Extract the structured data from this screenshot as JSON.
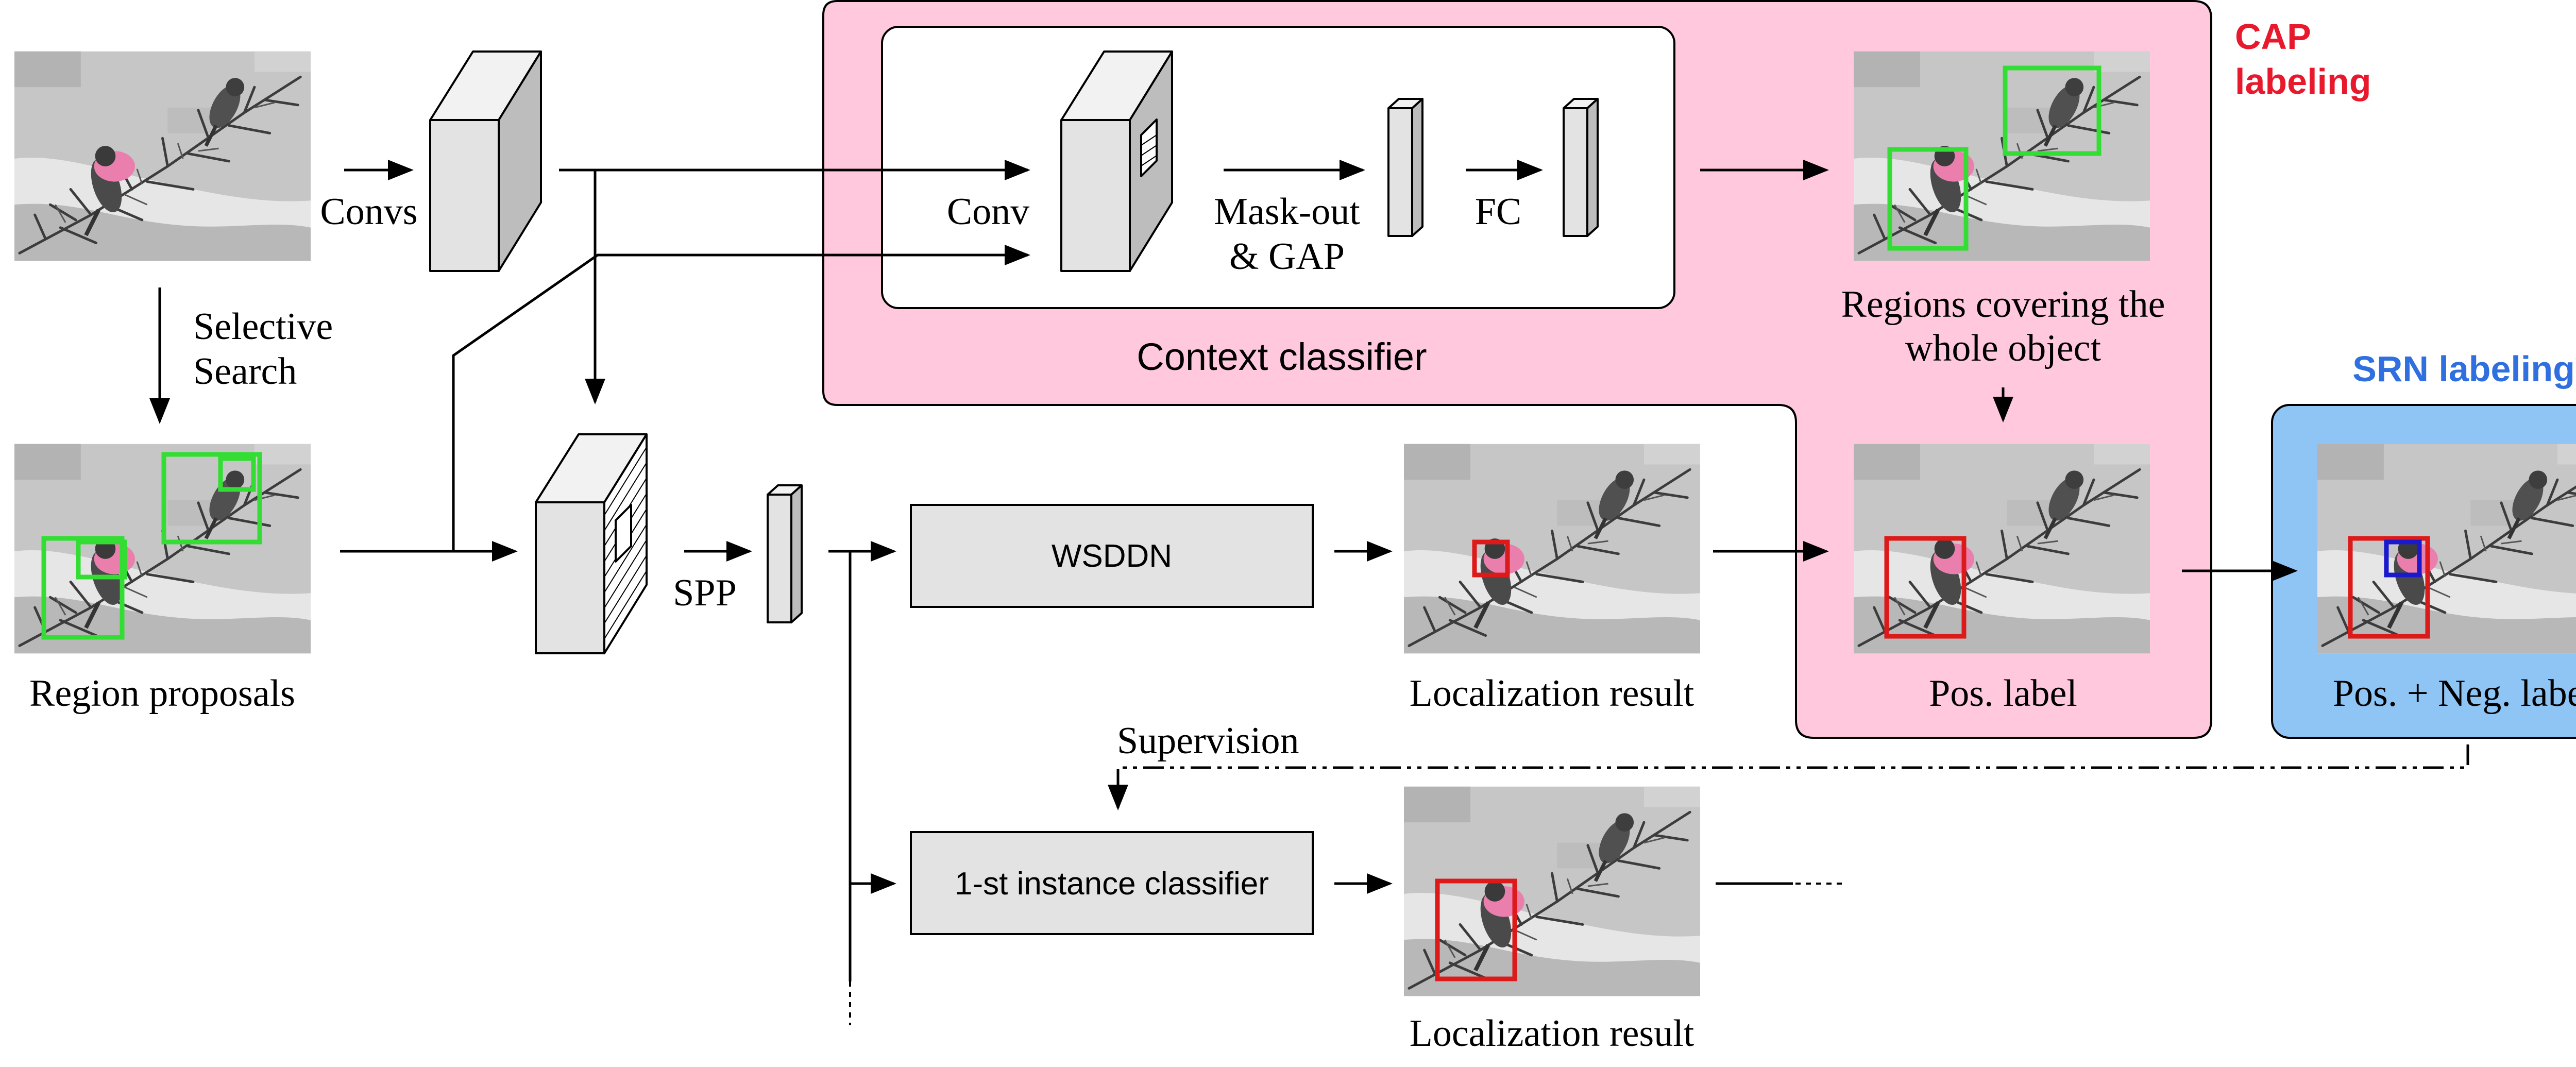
{
  "labels": {
    "convs": "Convs",
    "selective_search_1": "Selective",
    "selective_search_2": "Search",
    "region_proposals": "Region proposals",
    "conv": "Conv",
    "mask_out_1": "Mask-out",
    "mask_out_2": "& GAP",
    "fc": "FC",
    "context_classifier": "Context classifier",
    "regions_covering_1": "Regions covering the",
    "regions_covering_2": "whole object",
    "cap_labeling_1": "CAP",
    "cap_labeling_2": "labeling",
    "srn_labeling": "SRN labeling",
    "spp": "SPP",
    "wsddn": "WSDDN",
    "localization_result_1": "Localization result",
    "pos_label": "Pos. label",
    "pos_neg_label": "Pos. + Neg. label",
    "supervision": "Supervision",
    "instance_classifier": "1-st instance classifier",
    "localization_result_2": "Localization result"
  },
  "colors": {
    "cap_region": "#ffc8dc",
    "srn_region": "#8ec5f5",
    "cap_title": "#e8192c",
    "srn_title": "#2f6fe0",
    "box_green": "#33dd33",
    "box_red": "#dd1a1a",
    "box_blue": "#1a1acc",
    "module_fill": "#e3e3e3"
  }
}
